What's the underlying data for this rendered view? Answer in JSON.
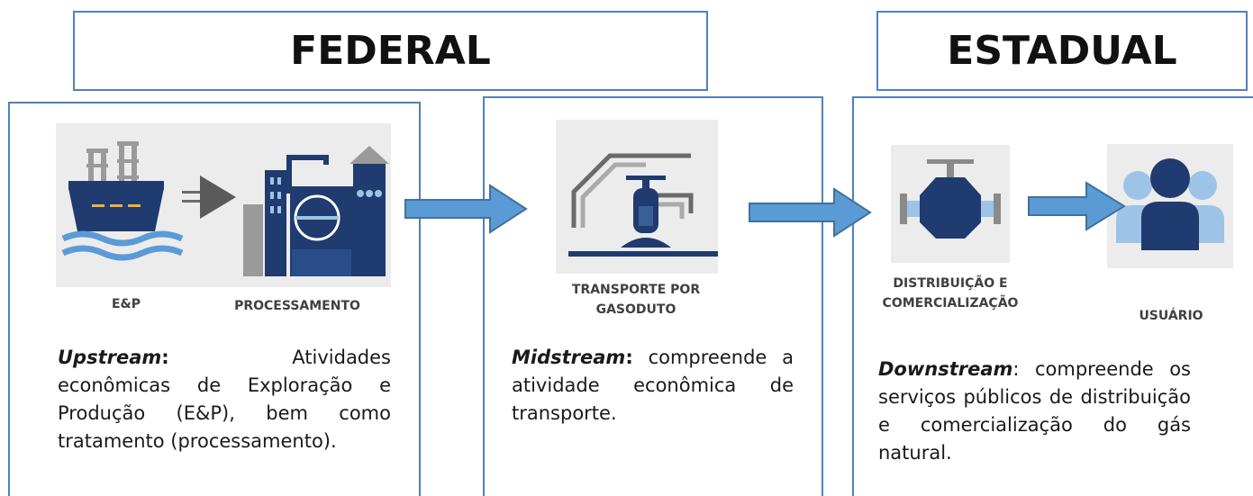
{
  "headers": {
    "federal": "FEDERAL",
    "estadual": "ESTADUAL"
  },
  "upstream": {
    "caption_ep": "E&P",
    "caption_proc": "PROCESSAMENTO",
    "term": "Upstream",
    "colon": ":",
    "body_line1": "Atividades",
    "body_rest": "econômicas de Exploração e Produção (E&P), bem como tratamento (processamento)."
  },
  "midstream": {
    "caption_line1": "TRANSPORTE POR",
    "caption_line2": "GASODUTO",
    "term": "Midstream",
    "colon": ":",
    "body": "compreende a atividade econômica de transporte."
  },
  "downstream": {
    "caption_dist_line1": "DISTRIBUIÇÃO E",
    "caption_dist_line2": "COMERCIALIZAÇÃO",
    "caption_user": "USUÁRIO",
    "term": "Downstream",
    "colon": ":",
    "body": "compreende os serviços públicos de distribuição e comercialização do gás natural."
  },
  "colors": {
    "border": "#4f81bd",
    "arrow_fill": "#5b9bd5",
    "arrow_stroke": "#41719c",
    "icon_navy": "#1f3b6f",
    "icon_gray": "#8a8a8a",
    "icon_light_blue": "#9dc3e6",
    "tile_bg": "#ececec"
  }
}
